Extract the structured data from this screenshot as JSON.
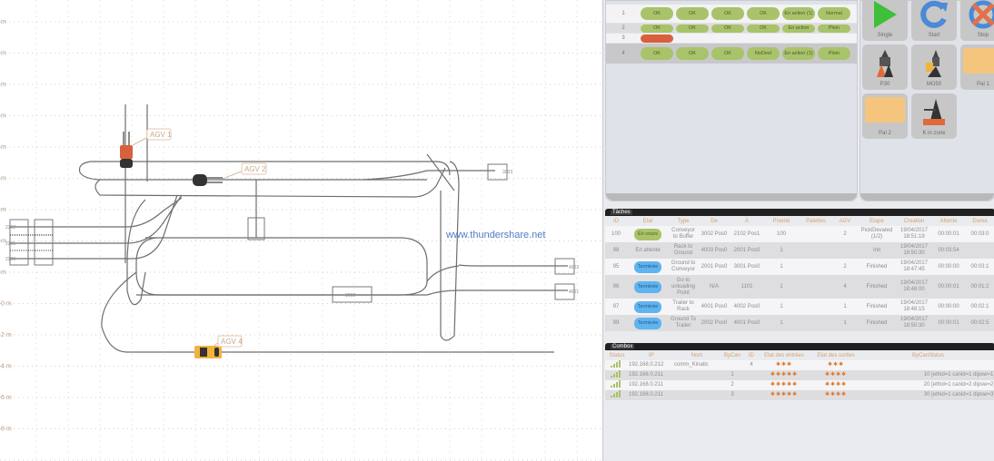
{
  "map": {
    "y_axis_labels": [
      "m",
      "m",
      "m",
      "m",
      "m",
      "m",
      "m",
      "m",
      "m",
      "0 m",
      "2 m",
      "4 m",
      "6 m",
      "8 m"
    ],
    "watermark": "www.thundershare.net",
    "agvs": [
      {
        "label": "AGV 1",
        "color": "#d8603c"
      },
      {
        "label": "AGV 2",
        "color": "#3a3a3a"
      },
      {
        "label": "AGV 4",
        "color": "#f0b43c"
      }
    ],
    "stations": [
      "2202",
      "2201",
      "2200",
      "3002",
      "3001",
      "3003",
      "4003",
      "4002",
      "4001"
    ]
  },
  "status_table": {
    "rows": [
      {
        "num": "1",
        "cells": [
          "OK",
          "OK",
          "OK",
          "OK",
          "En action (1)",
          "Normal"
        ],
        "red": false
      },
      {
        "num": "2",
        "cells": [
          "OK",
          "OK",
          "OK",
          "OK",
          "En action",
          "Plein"
        ],
        "red": false
      },
      {
        "num": "3",
        "cells": [
          ""
        ],
        "red": true
      },
      {
        "num": "4",
        "cells": [
          "OK",
          "OK",
          "OK",
          "NoDest",
          "En action (1)",
          "Plein"
        ],
        "red": false
      }
    ]
  },
  "buttons": {
    "single": "Single",
    "start": "Start",
    "stop": "Stop",
    "p30": "P30",
    "mo50": "MO50",
    "pal1": "Pal 1",
    "pal2": "Pal 2",
    "k_in_zone": "K in zone"
  },
  "taches": {
    "title": "Tâches",
    "columns": [
      "ID",
      "Etat",
      "Type",
      "De",
      "À",
      "Priorité",
      "Palettes",
      "AGV",
      "Etape",
      "Creation",
      "Attente",
      "Durée"
    ],
    "rows": [
      {
        "id": "100",
        "etat": "En cours",
        "etat_style": "green",
        "type": "Conveyor to Buffer",
        "de": "3002 Pos0",
        "a": "2102 Pos1",
        "priorite": "100",
        "palettes": "",
        "agv": "2",
        "etape": "PickElevated (1/2)",
        "creation": "19/04/2017 18:51:19",
        "attente": "00:00:01",
        "duree": "00:03:0"
      },
      {
        "id": "98",
        "etat": "En attente",
        "etat_style": "",
        "type": "Rack to Ground",
        "de": "4003 Pos0",
        "a": "2001 Pos0",
        "priorite": "1",
        "palettes": "",
        "agv": "",
        "etape": "Init",
        "creation": "19/04/2017 18:50:30",
        "attente": "00:03:54",
        "duree": ""
      },
      {
        "id": "95",
        "etat": "Terminée",
        "etat_style": "blue",
        "type": "Ground to Conveyor",
        "de": "2001 Pos0",
        "a": "3001 Pos0",
        "priorite": "1",
        "palettes": "",
        "agv": "2",
        "etape": "Finished",
        "creation": "19/04/2017 18:47:45",
        "attente": "00:00:00",
        "duree": "00:03:1"
      },
      {
        "id": "96",
        "etat": "Terminée",
        "etat_style": "blue",
        "type": "Go to unloading Point",
        "de": "N/A",
        "a": "1101",
        "priorite": "1",
        "palettes": "",
        "agv": "4",
        "etape": "Finished",
        "creation": "19/04/2017 18:48:00",
        "attente": "00:00:01",
        "duree": "00:01:2"
      },
      {
        "id": "97",
        "etat": "Terminée",
        "etat_style": "blue",
        "type": "Trailer to Rack",
        "de": "4001 Pos0",
        "a": "4002 Pos0",
        "priorite": "1",
        "palettes": "",
        "agv": "1",
        "etape": "Finished",
        "creation": "19/04/2017 18:48:15",
        "attente": "00:00:00",
        "duree": "00:02:1"
      },
      {
        "id": "99",
        "etat": "Terminée",
        "etat_style": "blue",
        "type": "Ground To Trailer",
        "de": "2002 Pos0",
        "a": "4001 Pos0",
        "priorite": "1",
        "palettes": "",
        "agv": "1",
        "etape": "Finished",
        "creation": "19/04/2017 18:50:30",
        "attente": "00:00:01",
        "duree": "00:02:5"
      }
    ]
  },
  "combox": {
    "title": "Combox",
    "columns": [
      "Status",
      "IP",
      "Nom",
      "ByCan",
      "ID",
      "Etat des entrées",
      "Etat des sorties",
      "ByCanStatus"
    ],
    "rows": [
      {
        "ip": "192.168.0.212",
        "nom": "comm_Kinatic",
        "bycan": "",
        "id": "4",
        "entrees": "✱✱✱",
        "sorties": "✱✱✱",
        "status": ""
      },
      {
        "ip": "192.168.0.211",
        "nom": "",
        "bycan": "1",
        "id": "",
        "entrees": "✱✱✱✱✱",
        "sorties": "✱✱✱✱",
        "status": "10 [ethid=1 canid=1 dipsw=1]"
      },
      {
        "ip": "192.168.0.211",
        "nom": "",
        "bycan": "2",
        "id": "",
        "entrees": "✱✱✱✱✱",
        "sorties": "✱✱✱✱",
        "status": "20 [ethid=1 canid=2 dipsw=2]"
      },
      {
        "ip": "192.168.0.211",
        "nom": "",
        "bycan": "3",
        "id": "",
        "entrees": "✱✱✱✱✱",
        "sorties": "✱✱✱✱",
        "status": "30 [ethid=1 canid=1 dipsw=3]"
      }
    ]
  }
}
